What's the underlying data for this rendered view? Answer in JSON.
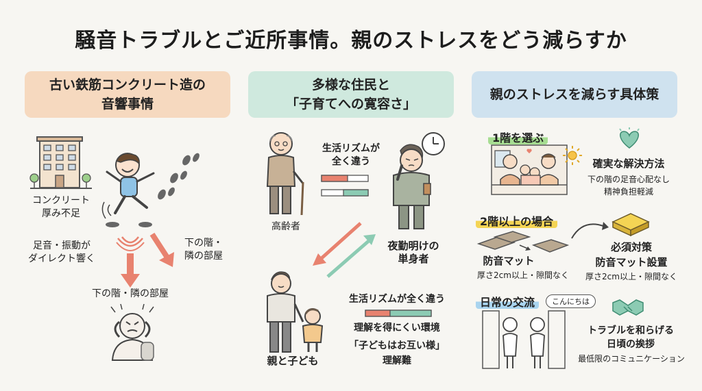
{
  "title": "騒音トラブルとご近所事情。親のストレスをどう減らすか",
  "col1": {
    "header_line1": "古い鉄筋コンクリート造の",
    "header_line2": "音響事情",
    "concrete_line1": "コンクリート",
    "concrete_line2": "厚み不足",
    "vibration_line1": "足音・振動が",
    "vibration_line2": "ダイレクト響く",
    "right_line1": "下の階・",
    "right_line2": "隣の部屋",
    "down_label": "下の階・隣の部屋"
  },
  "col2": {
    "header_line1": "多様な住民と",
    "header_line2": "「子育てへの寛容さ」",
    "rhythm_line1": "生活リズムが",
    "rhythm_line2": "全く違う",
    "elderly_label": "高齢者",
    "nightshift_line1": "夜勤明けの",
    "nightshift_line2": "単身者",
    "rhythm_full": "生活リズムが全く違う",
    "env_label": "理解を得にくい環境",
    "mutual_label": "「子どもはお互い様」",
    "difficult_label": "理解難",
    "parent_label": "親と子ども"
  },
  "col3": {
    "header": "親のストレスを減らす具体策",
    "s1_title": "1階を選ぶ",
    "s1_line1": "確実な解決方法",
    "s1_line2": "下の階の足音心配なし",
    "s1_line3": "精神負担軽減",
    "s2_title": "2階以上の場合",
    "mat_label": "防音マット",
    "mat_note": "厚さ2cm以上・隙間なく",
    "must_line1": "必須対策",
    "must_line2": "防音マット設置",
    "must_note": "厚さ2cm以上・隙間なく",
    "s3_title": "日常の交流",
    "greeting_bubble": "こんにちは",
    "ease_line1": "トラブルを和らげる",
    "ease_line2": "日頃の挨拶",
    "ease_note": "最低限のコミュニケーション"
  },
  "colors": {
    "orange": "#f6d9bf",
    "mint": "#cfe9de",
    "blue": "#cfe2ef",
    "arrow_red": "#e8826f",
    "arrow_green": "#8ccbb3"
  }
}
